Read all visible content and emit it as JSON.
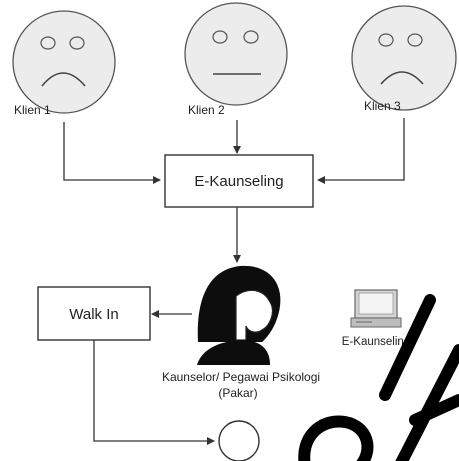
{
  "clients": [
    {
      "label": "Klien 1",
      "face": "sad"
    },
    {
      "label": "Klien 2",
      "face": "neutral"
    },
    {
      "label": "Klien 3",
      "face": "sad"
    }
  ],
  "ekaunseling_box": "E-Kaunseling",
  "walkin_box": "Walk In",
  "counselor_label_line1": "Kaunselor/ Pegawai Psikologi",
  "counselor_label_line2": "(Pakar)",
  "computer_label": "E-Kaunseling"
}
